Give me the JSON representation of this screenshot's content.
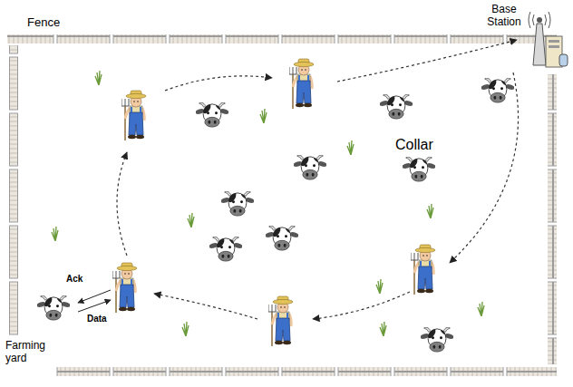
{
  "diagram": {
    "labels": [
      "Fence",
      "Base Station",
      "Collar",
      "Ack",
      "Data",
      "Farming yard"
    ]
  }
}
